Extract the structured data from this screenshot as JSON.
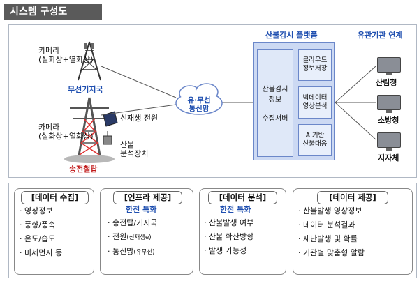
{
  "title": "시스템 구성도",
  "top": {
    "camera1": [
      "카메라",
      "(실화상+열화상)"
    ],
    "wireless_station": "무선기지국",
    "network": [
      "유·무선",
      "통신망"
    ],
    "renewable_power": "신재생 전원",
    "camera2": [
      "카메라",
      "(실화상+열화상)"
    ],
    "fire_analyzer": [
      "산불",
      "분석장치"
    ],
    "tower": "송전철탑",
    "platform": {
      "title": "산불감시 플랫폼",
      "server": [
        "산불감시",
        "정보",
        "수집서버"
      ],
      "modules": [
        [
          "클라우드",
          "정보저장"
        ],
        [
          "빅데이터",
          "영상분석"
        ],
        [
          "AI기반",
          "산불대응"
        ]
      ]
    },
    "agencies": {
      "title": "유관기관 연계",
      "items": [
        "산림청",
        "소방청",
        "지자체"
      ]
    }
  },
  "bottom": [
    {
      "header": "[데이터 수집]",
      "subtitle": "",
      "items": [
        {
          "main": "영상정보",
          "note": ""
        },
        {
          "main": "풍향/풍속",
          "note": ""
        },
        {
          "main": "온도/습도",
          "note": ""
        },
        {
          "main": "미세먼지 등",
          "note": ""
        }
      ]
    },
    {
      "header": "[인프라 제공]",
      "subtitle": "한전 특화",
      "items": [
        {
          "main": "송전탑/기지국",
          "note": ""
        },
        {
          "main": "전원",
          "note": "(신재생e)"
        },
        {
          "main": "통신망",
          "note": "(유무선)"
        }
      ]
    },
    {
      "header": "[데이터 분석]",
      "subtitle": "한전 특화",
      "items": [
        {
          "main": "산불발생 여부",
          "note": ""
        },
        {
          "main": "산불 확산방향",
          "note": ""
        },
        {
          "main": "발생 가능성",
          "note": ""
        }
      ]
    },
    {
      "header": "[데이터 제공]",
      "subtitle": "",
      "items": [
        {
          "main": "산불발생 영상정보",
          "note": ""
        },
        {
          "main": "데이터 분석결과",
          "note": ""
        },
        {
          "main": "재난발생 및 확률",
          "note": ""
        },
        {
          "main": "기관별 맞춤형 알람",
          "note": ""
        }
      ]
    }
  ],
  "colors": {
    "title_bg": "#5a5a5a",
    "blue_label": "#1f4fb0",
    "red_label": "#c01818",
    "platform_bg": "#ccd9f3"
  }
}
